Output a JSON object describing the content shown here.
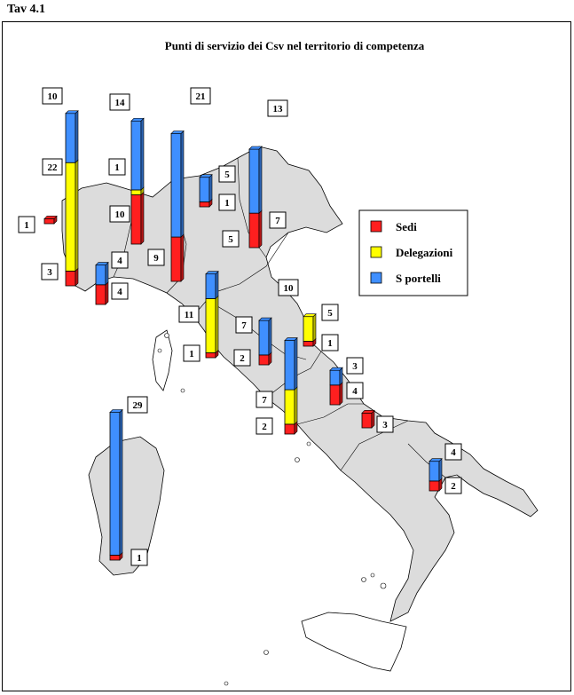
{
  "header": {
    "tav_label": "Tav 4.1"
  },
  "chart_data": {
    "type": "bar",
    "stacked": true,
    "title": "Punti di servizio dei Csv nel territorio di competenza",
    "colors": {
      "Sedi": "#ff1f1f",
      "Delegazioni": "#ffff00",
      "S portelli": "#3f8fff"
    },
    "legend": {
      "position": "right",
      "items": [
        "Sedi",
        "Delegazioni",
        "S portelli"
      ]
    },
    "series_names": [
      "Sedi",
      "Delegazioni",
      "S portelli"
    ],
    "bars": [
      {
        "values": [
          1,
          0,
          0
        ]
      },
      {
        "values": [
          3,
          22,
          10
        ]
      },
      {
        "values": [
          4,
          0,
          4
        ]
      },
      {
        "values": [
          10,
          1,
          14
        ]
      },
      {
        "values": [
          9,
          0,
          21
        ]
      },
      {
        "values": [
          1,
          0,
          5
        ]
      },
      {
        "values": [
          7,
          0,
          13
        ]
      },
      {
        "values": [
          1,
          11,
          5
        ]
      },
      {
        "values": [
          2,
          0,
          7
        ]
      },
      {
        "values": [
          2,
          7,
          10
        ]
      },
      {
        "values": [
          1,
          5,
          0
        ]
      },
      {
        "values": [
          4,
          0,
          3
        ]
      },
      {
        "values": [
          3,
          0,
          0
        ]
      },
      {
        "values": [
          2,
          0,
          4
        ]
      },
      {
        "values": [
          1,
          0,
          29
        ]
      }
    ]
  }
}
